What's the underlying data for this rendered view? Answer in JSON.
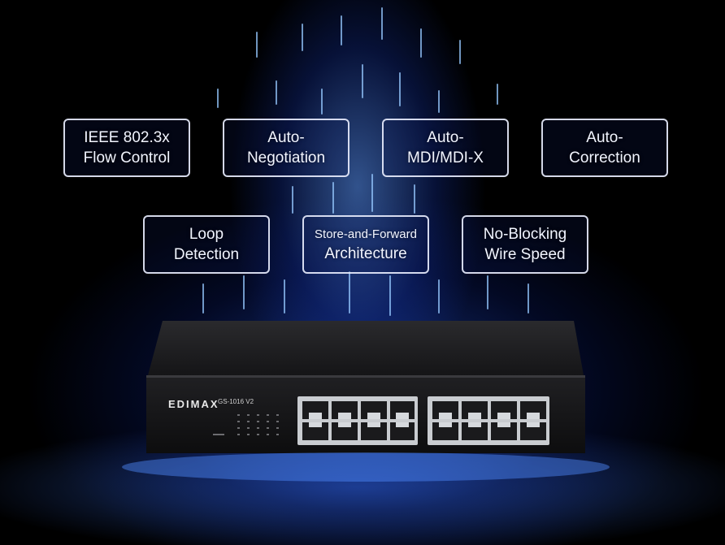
{
  "features": [
    {
      "id": "flow-control",
      "line1": "IEEE 802.3x",
      "line2": "Flow Control"
    },
    {
      "id": "auto-negotiation",
      "line1": "Auto-",
      "line2": "Negotiation"
    },
    {
      "id": "auto-mdi",
      "line1": "Auto-",
      "line2": "MDI/MDI-X"
    },
    {
      "id": "auto-correction",
      "line1": "Auto-",
      "line2": "Correction"
    },
    {
      "id": "loop-detection",
      "line1": "Loop",
      "line2": "Detection"
    },
    {
      "id": "store-forward",
      "line1": "Store-and-Forward",
      "line2": "Architecture"
    },
    {
      "id": "no-blocking",
      "line1": "No-Blocking",
      "line2": "Wire Speed"
    }
  ],
  "device": {
    "brand": "EDIMAX",
    "model": "GS-1016 V2",
    "port_count": 16
  },
  "colors": {
    "glow": "#3c78ff",
    "box_border": "#ebf0ff",
    "switch_body": "#1e1e20"
  }
}
